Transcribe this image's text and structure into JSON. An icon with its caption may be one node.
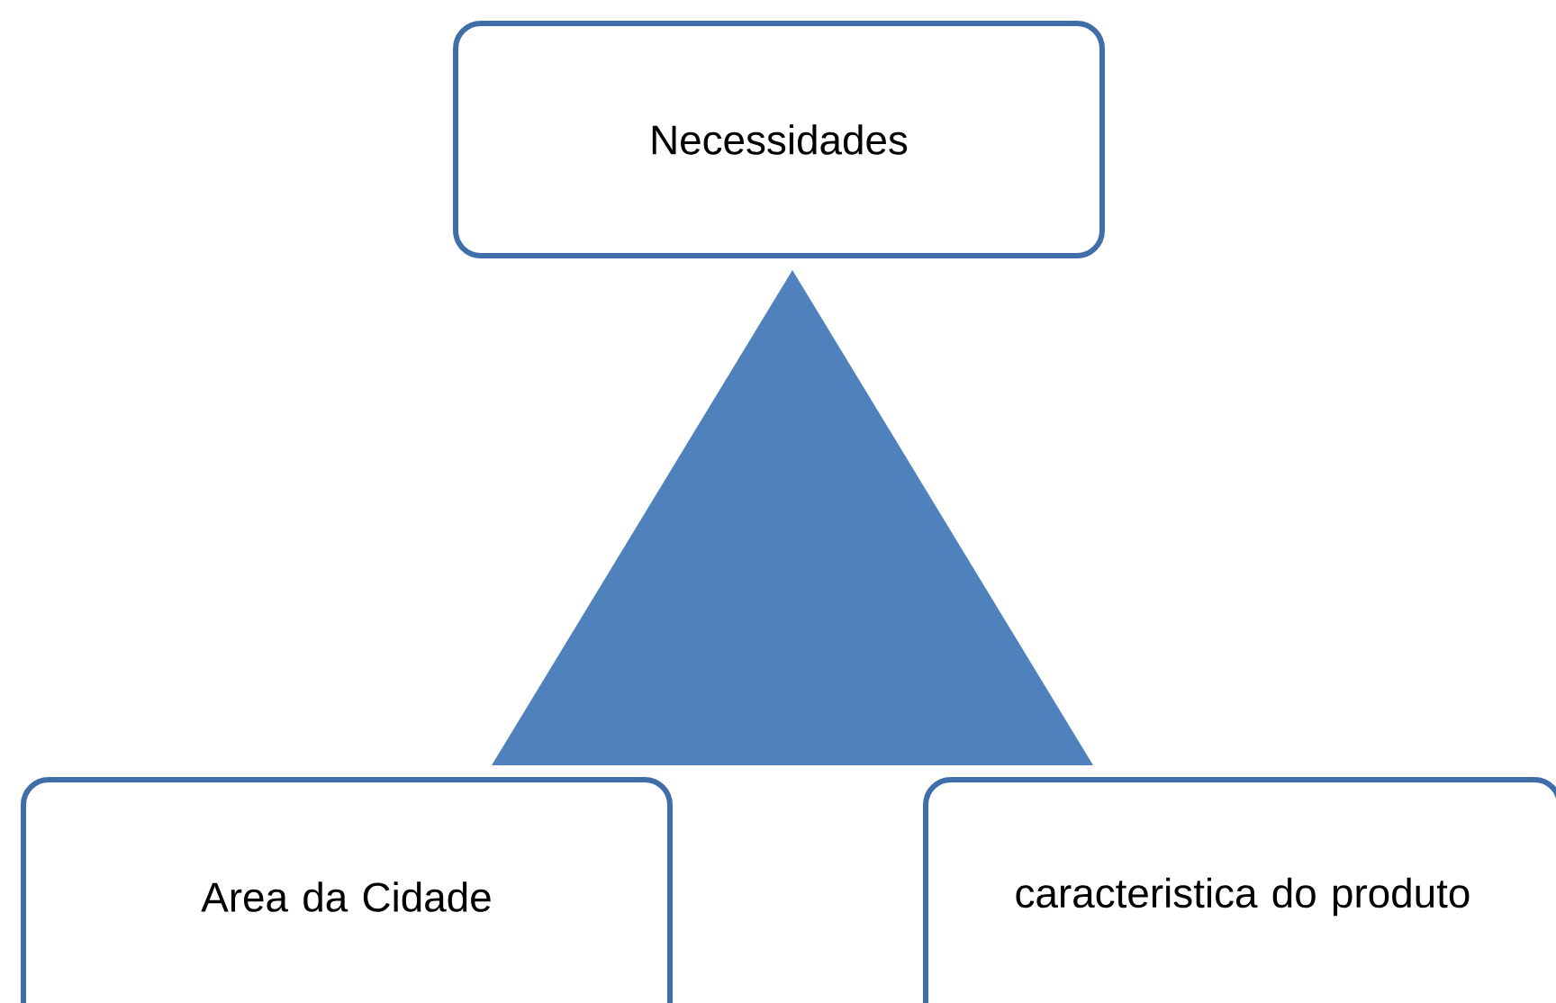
{
  "diagram": {
    "nodes": [
      {
        "text": [
          "Necessidades"
        ]
      },
      {
        "text": [],
        "shape": "triangle"
      },
      {
        "text": [
          "Area da Cidade"
        ]
      },
      {
        "text": [
          "caracteristica do produto"
        ]
      }
    ]
  }
}
